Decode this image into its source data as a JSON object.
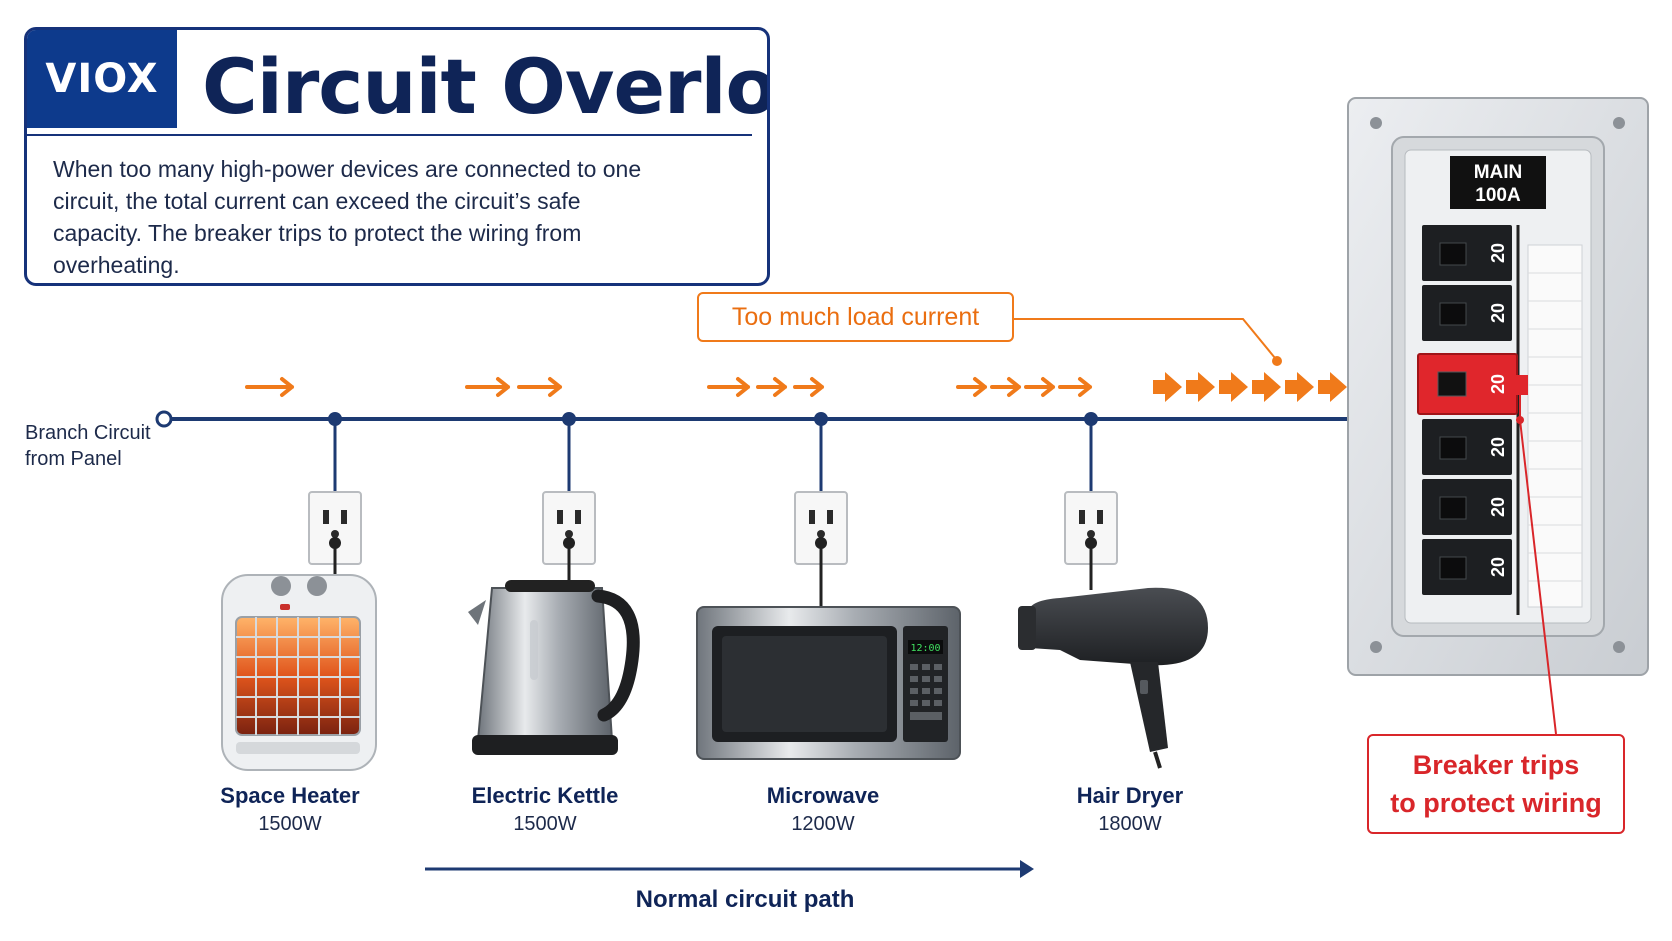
{
  "header": {
    "logo": "VIOX",
    "title": "Circuit Overload",
    "description": "When too many high-power devices are connected to one circuit, the total current can exceed the circuit’s safe capacity. The breaker trips to protect the wiring from overheating."
  },
  "branch_label": [
    "Branch Circuit",
    "from Panel"
  ],
  "devices": [
    {
      "name": "Space Heater",
      "watts": "1500W",
      "icon": "space-heater-icon"
    },
    {
      "name": "Electric Kettle",
      "watts": "1500W",
      "icon": "kettle-icon"
    },
    {
      "name": "Microwave",
      "watts": "1200W",
      "icon": "microwave-icon",
      "display": "12:00"
    },
    {
      "name": "Hair Dryer",
      "watts": "1800W",
      "icon": "hair-dryer-icon"
    }
  ],
  "callouts": {
    "overload": "Too much load current",
    "trip": [
      "Breaker trips",
      "to protect wiring"
    ]
  },
  "path_label": "Normal circuit path",
  "panel": {
    "main_label": [
      "MAIN",
      "100A"
    ],
    "breakers": [
      "20",
      "20",
      "20",
      "20",
      "20",
      "20"
    ],
    "tripped_index": 2
  },
  "colors": {
    "navy": "#0f2457",
    "wire": "#1d3a72",
    "current_arrow": "#f07a1a",
    "trip_red": "#d9262a"
  }
}
